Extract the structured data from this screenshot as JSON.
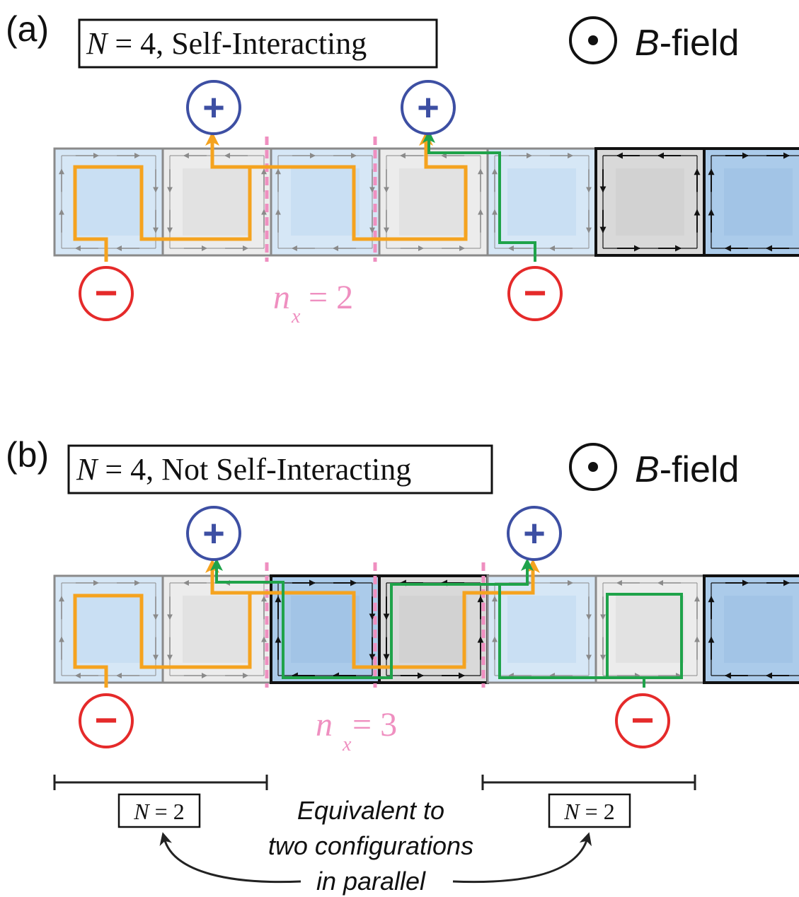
{
  "panel_a": {
    "panel_label": "(a)",
    "config": {
      "n_symbol": "N",
      "equals": " = 4, ",
      "desc": "Self-Interacting"
    },
    "field": {
      "letter": "B",
      "suffix": "-field",
      "icon": "dot-in-circle-icon"
    },
    "plus_symbol": "+",
    "minus_symbol": "−",
    "nx": {
      "n": "n",
      "sub": "x",
      "rest": "= 2"
    },
    "tiles": [
      "light-blue",
      "light-gray",
      "light-blue",
      "light-gray",
      "light-blue",
      "gray",
      "blue"
    ]
  },
  "panel_b": {
    "panel_label": "(b)",
    "config": {
      "n_symbol": "N",
      "equals": " = 4, ",
      "desc": "Not Self-Interacting"
    },
    "field": {
      "letter": "B",
      "suffix": "-field",
      "icon": "dot-in-circle-icon"
    },
    "plus_symbol": "+",
    "minus_symbol": "−",
    "nx": {
      "n": "n",
      "sub": "x",
      "rest": "= 3"
    },
    "tiles": [
      "light-blue",
      "light-gray",
      "blue",
      "gray",
      "light-blue",
      "light-gray",
      "blue"
    ],
    "sub_left": {
      "n_symbol": "N",
      "equals": " = 2"
    },
    "sub_right": {
      "n_symbol": "N",
      "equals": " = 2"
    },
    "note_lines": [
      "Equivalent to",
      "two configurations",
      "in parallel"
    ]
  },
  "colors": {
    "orange": "#f5a31f",
    "green": "#1fa34a",
    "pink": "#ef8fc0",
    "plus_blue": "#3d4fa3",
    "minus_red": "#e52a2a",
    "light_blue": "#d6e7f6",
    "light_gray": "#ececec",
    "blue": "#abcbea",
    "gray": "#d9d9d9"
  }
}
